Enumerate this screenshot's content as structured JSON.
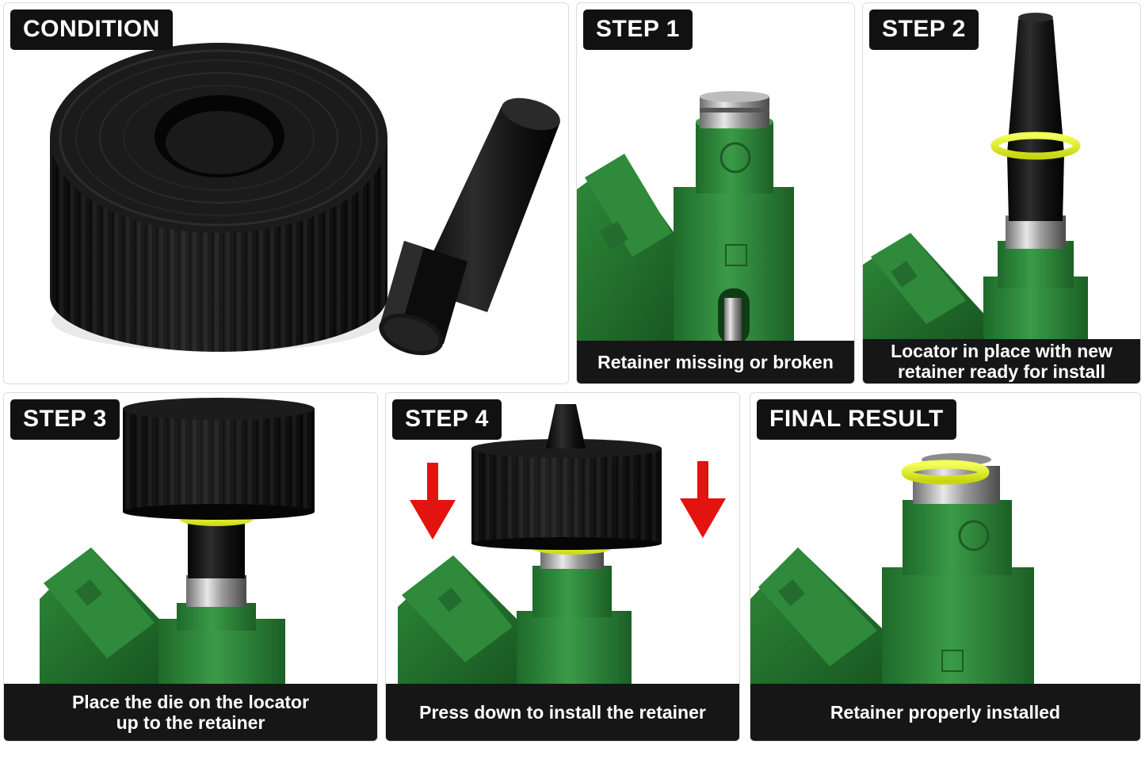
{
  "panels": {
    "condition": {
      "label": "CONDITION"
    },
    "step1": {
      "label": "STEP 1",
      "caption": [
        "Retainer missing or broken"
      ]
    },
    "step2": {
      "label": "STEP 2",
      "caption": [
        "Locator in place with new",
        "retainer ready for install"
      ]
    },
    "step3": {
      "label": "STEP 3",
      "caption": [
        "Place the die on the locator",
        "up to the retainer"
      ]
    },
    "step4": {
      "label": "STEP 4",
      "caption": [
        "Press down to install the retainer"
      ]
    },
    "final": {
      "label": "FINAL RESULT",
      "caption": [
        "Retainer properly installed"
      ]
    }
  },
  "colors": {
    "label_bg": "#111111",
    "caption_bg": "#161616",
    "injector_green": "#2f8a3c",
    "retainer_yellow": "#e4f21c",
    "tool_black": "#141414",
    "arrow_red": "#e3130f"
  },
  "icons": [
    "down-arrow-icon"
  ]
}
